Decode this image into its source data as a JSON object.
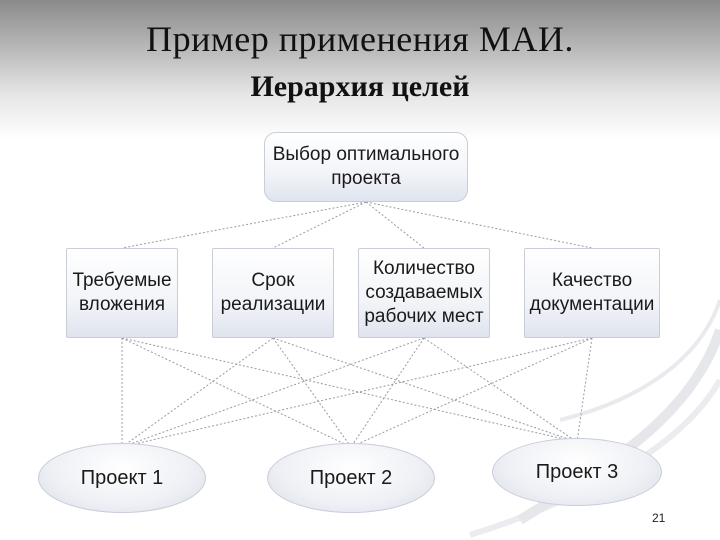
{
  "slide": {
    "title_line1": "Пример применения МАИ.",
    "title_line2": "Иерархия целей",
    "page_number": "21"
  },
  "hierarchy": {
    "goal": "Выбор оптимального\nпроекта",
    "criteria": [
      "Требуемые\nвложения",
      "Срок\nреализации",
      "Количество\nсоздаваемых\nрабочих мест",
      "Качество\nдокументации"
    ],
    "alternatives": [
      "Проект 1",
      "Проект 2",
      "Проект 3"
    ]
  },
  "colors": {
    "box_border": "#c9cdd8",
    "connector": "#9a9aa8",
    "swoosh": "#dcdde3"
  }
}
